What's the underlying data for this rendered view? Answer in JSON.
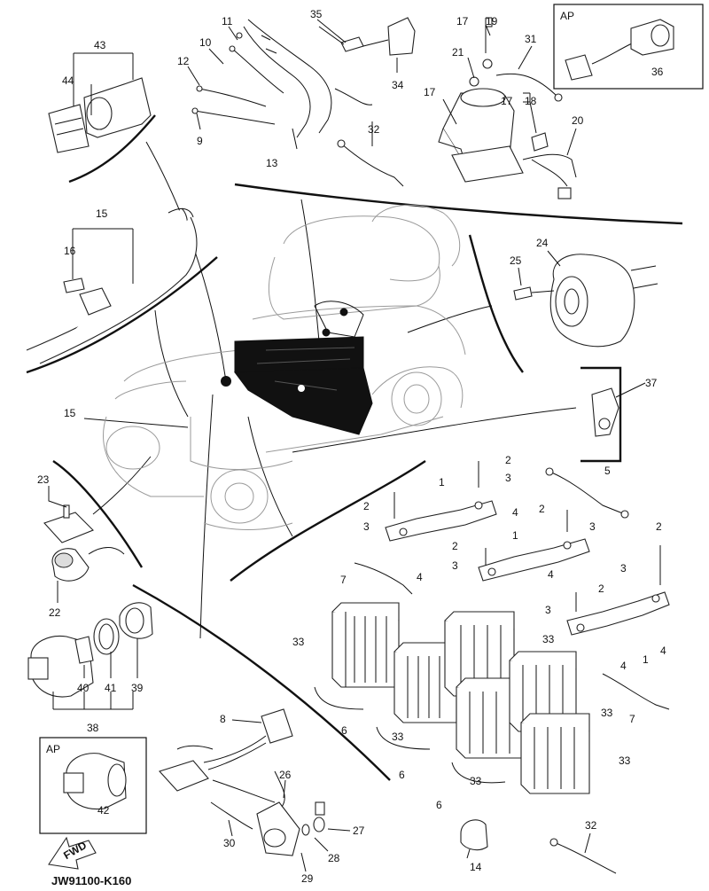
{
  "callouts": [
    "1",
    "2",
    "3",
    "4",
    "5",
    "6",
    "7",
    "8",
    "9",
    "10",
    "11",
    "12",
    "13",
    "14",
    "15",
    "16",
    "17",
    "18",
    "19",
    "20",
    "21",
    "22",
    "23",
    "24",
    "25",
    "26",
    "27",
    "28",
    "29",
    "30",
    "31",
    "32",
    "33",
    "34",
    "35",
    "36",
    "37",
    "38",
    "39",
    "40",
    "41",
    "42",
    "43",
    "44"
  ],
  "ap_label": "AP",
  "fwd_label": "FWD",
  "drawing_code": "JW91100-K160"
}
